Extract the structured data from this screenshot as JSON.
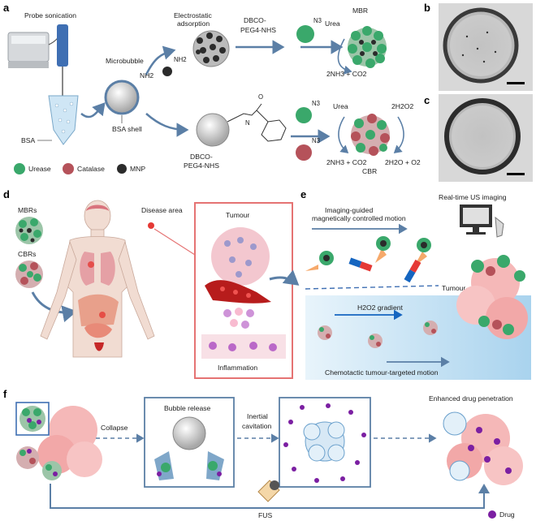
{
  "panels": {
    "a": "a",
    "b": "b",
    "c": "c",
    "d": "d",
    "e": "e",
    "f": "f"
  },
  "a": {
    "probe_sonication": "Probe sonication",
    "electrostatic": [
      "Electrostatic",
      "adsorption"
    ],
    "dbco_top": [
      "DBCO-",
      "PEG4-NHS"
    ],
    "mbr": "MBR",
    "urea": "Urea",
    "n3": "N3",
    "nh2": "NH2",
    "microbubble": "Microbubble",
    "bsa": "BSA",
    "bsa_shell": "BSA shell",
    "dbco_bottom": [
      "DBCO-",
      "PEG4-NHS"
    ],
    "reaction_mbr": "2NH3 + CO2",
    "h2o2": "2H2O2",
    "reaction_cbr_left": "2NH3 + CO2",
    "reaction_cbr_right": "2H2O + O2",
    "cbr": "CBR",
    "legend": [
      "Urease",
      "Catalase",
      "MNP"
    ]
  },
  "d": {
    "mbrs": "MBRs",
    "cbrs": "CBRs",
    "disease_area": "Disease area",
    "tumour": "Tumour",
    "inflammation": "Inflammation"
  },
  "e": {
    "imaging_guided": [
      "Imaging-guided",
      "magnetically controlled motion"
    ],
    "realtime": "Real-time US imaging",
    "tumour": "Tumour",
    "gradient": "H2O2 gradient",
    "chemotactic": "Chemotactic tumour-targeted motion"
  },
  "f": {
    "collapse": "Collapse",
    "bubble_release": "Bubble release",
    "inertial": [
      "Inertial",
      "cavitation"
    ],
    "enhanced": "Enhanced drug penetration",
    "fus": "FUS",
    "drug": "Drug"
  },
  "colors": {
    "urease": "#3aa86b",
    "catalase": "#b5525a",
    "mnp": "#2b2b2b",
    "tumour_box": "#e57373",
    "arrow": "#5b7fa6",
    "panel_e_bg": "#cfe6f5"
  }
}
